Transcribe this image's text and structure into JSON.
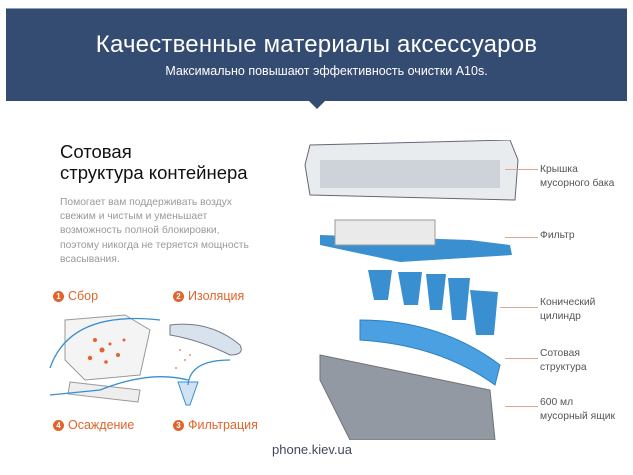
{
  "banner": {
    "title": "Качественные материалы аксессуаров",
    "subtitle": "Максимально повышают эффективность очистки A10s."
  },
  "feature": {
    "heading_line1": "Сотовая",
    "heading_line2": "структура контейнера",
    "description": "Помогает вам поддерживать воздух свежим и чистым и уменьшает возможность полной блокировки, поэтому никогда не теряется мощность всасывания."
  },
  "steps": [
    {
      "num": "1",
      "label": "Сбор"
    },
    {
      "num": "2",
      "label": "Изоляция"
    },
    {
      "num": "3",
      "label": "Фильтрация"
    },
    {
      "num": "4",
      "label": "Осаждение"
    }
  ],
  "parts": [
    {
      "line1": "Крышка",
      "line2": "мусорного бака"
    },
    {
      "line1": "Фильтр",
      "line2": ""
    },
    {
      "line1": "Конический",
      "line2": "цилиндр"
    },
    {
      "line1": "Сотовая",
      "line2": "структура"
    },
    {
      "line1": "600 мл",
      "line2": "мусорный ящик"
    }
  ],
  "footer": "phone.kiev.ua",
  "colors": {
    "banner": "#344c72",
    "accent": "#e0642c",
    "part_blue": "#3a8fd0"
  }
}
